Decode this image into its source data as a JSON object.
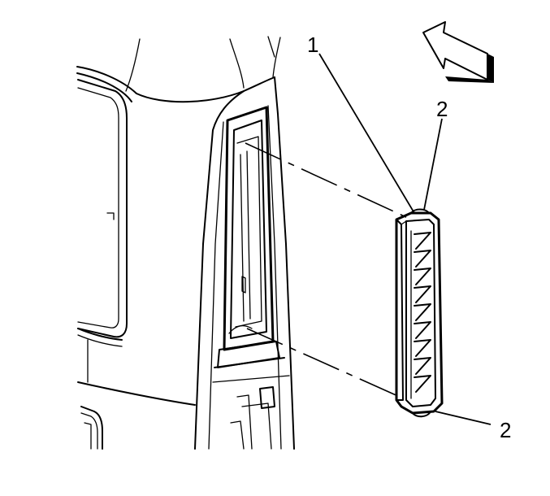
{
  "callouts": {
    "part_1": "1",
    "part_2_top": "2",
    "part_2_bottom": "2"
  },
  "colors": {
    "line": "#000000",
    "background": "#ffffff"
  },
  "icons": {
    "direction": "forward-arrow-icon"
  }
}
